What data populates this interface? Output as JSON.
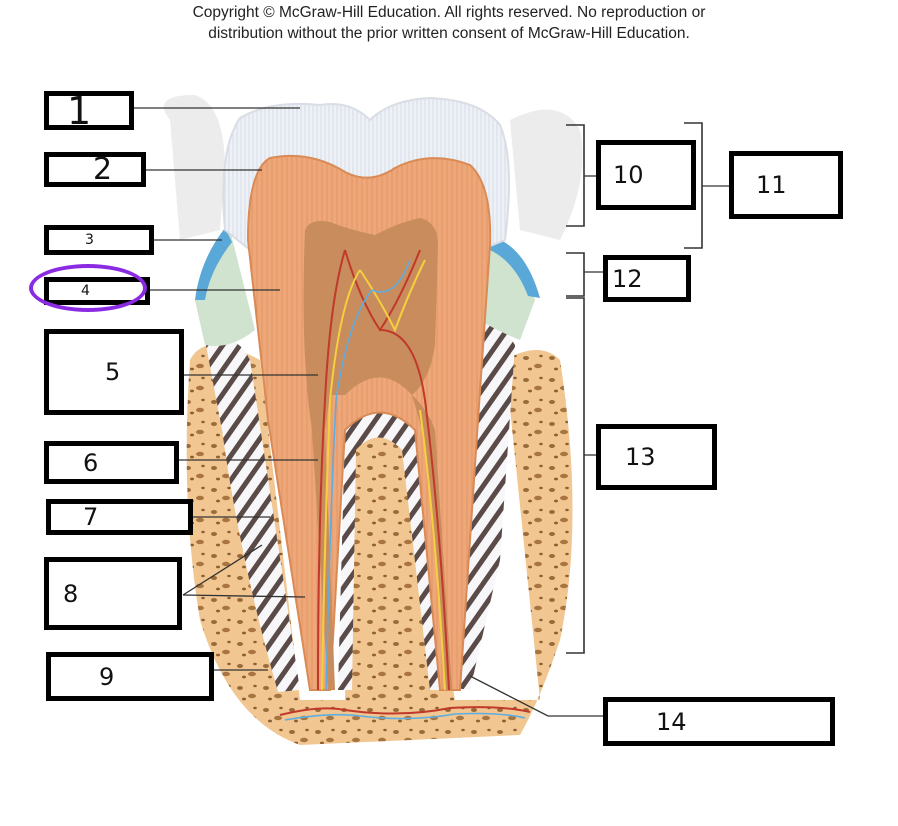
{
  "copyright": {
    "line1": "Copyright © McGraw-Hill Education.  All rights reserved. No reproduction or",
    "line2": "distribution without the prior written consent of McGraw-Hill Education."
  },
  "labels": [
    {
      "id": "1",
      "text": "1"
    },
    {
      "id": "2",
      "text": "2"
    },
    {
      "id": "3",
      "text": "3"
    },
    {
      "id": "4",
      "text": "4"
    },
    {
      "id": "5",
      "text": "5"
    },
    {
      "id": "6",
      "text": "6"
    },
    {
      "id": "7",
      "text": "7"
    },
    {
      "id": "8",
      "text": "8"
    },
    {
      "id": "9",
      "text": "9"
    },
    {
      "id": "10",
      "text": "10"
    },
    {
      "id": "11",
      "text": "11"
    },
    {
      "id": "12",
      "text": "12"
    },
    {
      "id": "13",
      "text": "13"
    },
    {
      "id": "14",
      "text": "14"
    }
  ],
  "highlight": {
    "target": "4",
    "color": "#8a2be2"
  },
  "colors": {
    "enamel": "#e9edf3",
    "dentin": "#eda779",
    "pulp": "#c98c5c",
    "gum": "#5aa8d8",
    "bone": "#f1c691",
    "ligament": "#ffffff"
  }
}
